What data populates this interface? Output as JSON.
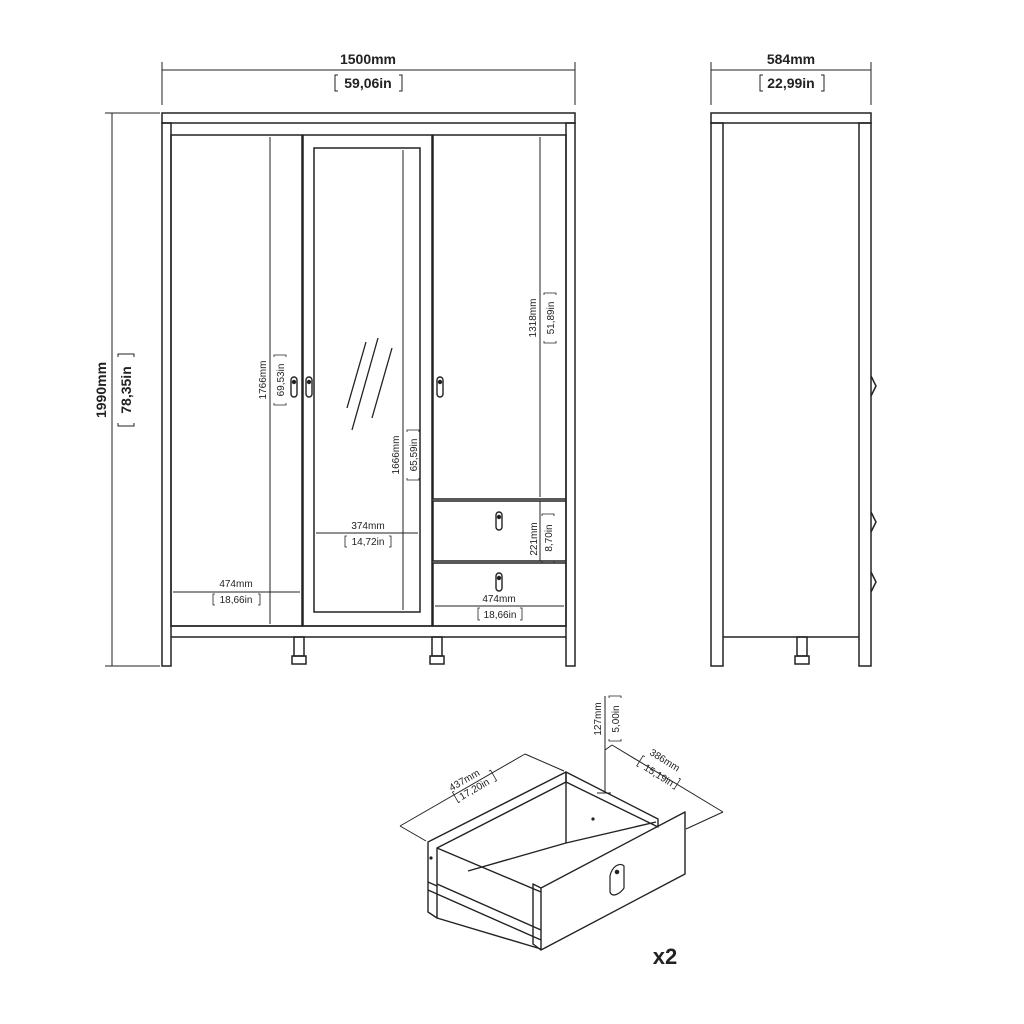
{
  "overall": {
    "width_mm": "1500mm",
    "width_in": "59,06in",
    "depth_mm": "584mm",
    "depth_in": "22,99in",
    "height_mm": "1990mm",
    "height_in": "78,35in"
  },
  "front": {
    "left_door_height_mm": "1766mm",
    "left_door_height_in": "69,53in",
    "left_width_mm": "474mm",
    "left_width_in": "18,66in",
    "mirror_height_mm": "1666mm",
    "mirror_height_in": "65,59in",
    "mirror_width_mm": "374mm",
    "mirror_width_in": "14,72in",
    "right_door_height_mm": "1318mm",
    "right_door_height_in": "51,89in",
    "drawer_height_mm": "221mm",
    "drawer_height_in": "8,70in",
    "right_width_mm": "474mm",
    "right_width_in": "18,66in"
  },
  "drawer": {
    "width_mm": "437mm",
    "width_in": "17,20in",
    "depth_mm": "386mm",
    "depth_in": "15,19in",
    "height_mm": "127mm",
    "height_in": "5,00in",
    "quantity": "x2"
  }
}
